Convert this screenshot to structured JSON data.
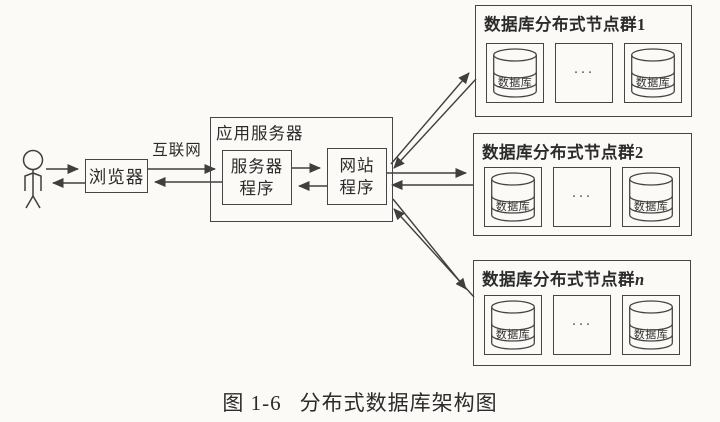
{
  "labels": {
    "browser": "浏览器",
    "internet": "互联网",
    "app_server": "应用服务器",
    "server_program": [
      "服务器",
      "程序"
    ],
    "web_program": [
      "网站",
      "程序"
    ]
  },
  "clusters": [
    {
      "title_prefix": "数据库分布式节点群",
      "title_suffix": "1",
      "databases": [
        "数据库",
        "数据库"
      ],
      "ellipsis": "···"
    },
    {
      "title_prefix": "数据库分布式节点群",
      "title_suffix": "2",
      "databases": [
        "数据库",
        "数据库"
      ],
      "ellipsis": "···"
    },
    {
      "title_prefix": "数据库分布式节点群",
      "title_suffix": "n",
      "databases": [
        "数据库",
        "数据库"
      ],
      "ellipsis": "···"
    }
  ],
  "caption": {
    "figure_number": "图 1-6",
    "title": "分布式数据库架构图"
  },
  "colors": {
    "line": "#3f3f3f",
    "text": "#2b2b2b",
    "background": "#fbfaf7"
  }
}
